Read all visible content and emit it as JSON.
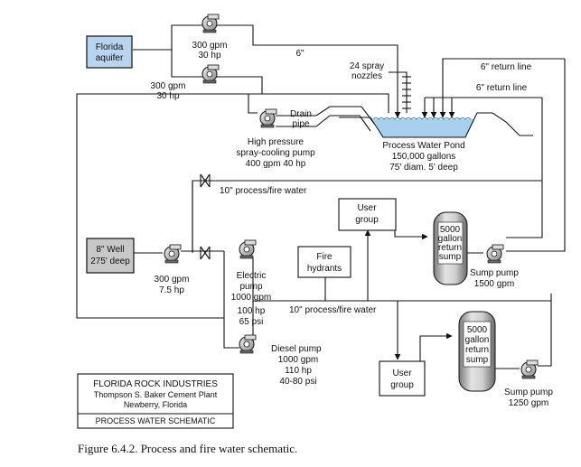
{
  "aquifer": {
    "line1": "Florida",
    "line2": "aquifer",
    "fill": "#b8d4ee"
  },
  "pump_aquifer_top": {
    "line1": "300 gpm",
    "line2": "30 hp"
  },
  "pump_aquifer_bottom": {
    "line1": "300 gpm",
    "line2": "30 hp"
  },
  "pipe_6in": "6\"",
  "spray": {
    "line1": "24 spray",
    "line2": "nozzles"
  },
  "return_line_outer": "6\" return line",
  "return_line_inner": "6\" return line",
  "drain": {
    "line1": "Drain",
    "line2": "pipe"
  },
  "hp_pump": {
    "line1": "High pressure",
    "line2": "spray-cooling pump",
    "line3": "400 gpm  40 hp"
  },
  "pond": {
    "line1": "Process Water Pond",
    "line2": "150,000 gallons",
    "line3": "75' diam. 5' deep",
    "water": "#a9cfee"
  },
  "process_fire_top": "10\" process/fire water",
  "user_group_1": {
    "line1": "User",
    "line2": "group"
  },
  "tank_1": {
    "line1": "5000",
    "line2": "gallon",
    "line3": "return",
    "line4": "sump"
  },
  "sump_pump_1": {
    "line1": "Sump pump",
    "line2": "1500 gpm"
  },
  "well": {
    "line1": "8\" Well",
    "line2": "275' deep",
    "fill": "#c8c8c8"
  },
  "well_pump": {
    "line1": "300 gpm",
    "line2": "7.5 hp"
  },
  "electric_pump": {
    "line1": "Electric",
    "line2": "pump",
    "line3": "1000 gpm",
    "line4": "100 hp",
    "line5": "65 psi"
  },
  "fire_hydrants": {
    "line1": "Fire",
    "line2": "hydrants"
  },
  "process_fire_mid": "10\" process/fire water",
  "diesel_pump": {
    "line1": "Diesel pump",
    "line2": "1000 gpm",
    "line3": "110 hp",
    "line4": "40-80 psi"
  },
  "tank_2": {
    "line1": "5000",
    "line2": "gallon",
    "line3": "return",
    "line4": "sump"
  },
  "user_group_2": {
    "line1": "User",
    "line2": "group"
  },
  "sump_pump_2": {
    "line1": "Sump pump",
    "line2": "1250 gpm"
  },
  "title_block": {
    "company": "FLORIDA ROCK INDUSTRIES",
    "plant": "Thompson S. Baker Cement Plant",
    "location": "Newberry, Florida",
    "drawing": "PROCESS WATER SCHEMATIC"
  },
  "caption": "Figure 6.4.2. Process and fire water schematic."
}
